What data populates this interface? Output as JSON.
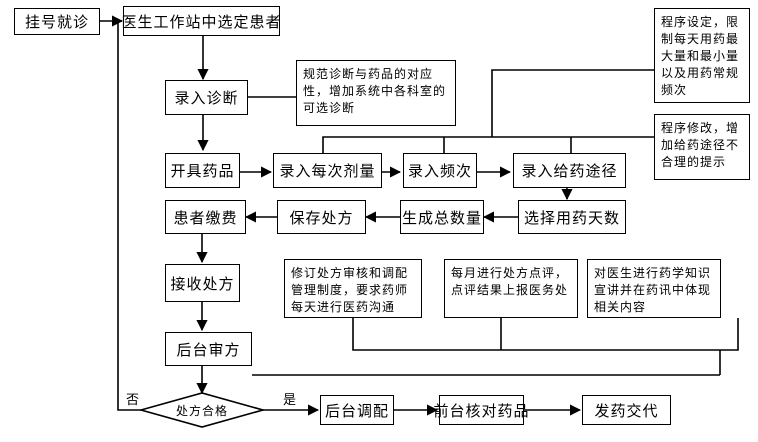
{
  "nodes": {
    "register": "挂号就诊",
    "select_patient": "医生工作站中选定患者",
    "enter_diagnosis": "录入诊断",
    "prescribe": "开具药品",
    "enter_dose": "录入每次剂量",
    "enter_frequency": "录入频次",
    "enter_route": "录入给药途径",
    "select_days": "选择用药天数",
    "total_qty": "生成总数量",
    "save_rx": "保存处方",
    "payment": "患者缴费",
    "receive_rx": "接收处方",
    "backend_review": "后台审方",
    "decision": "处方合格",
    "backend_dispense": "后台调配",
    "front_check": "前台核对药品",
    "deliver": "发药交代"
  },
  "notes": {
    "diagnosis_note": "规范诊断与药品的对应性，增加系统中各科室的可选诊断",
    "program_limit": "程序设定，限制每天用药最大量和最小量以及用药常规频次",
    "program_modify": "程序修改，增加给药途径不合理的提示",
    "revise_system": "修订处方审核和调配管理制度，要求药师每天进行医药沟通",
    "monthly_review": "每月进行处方点评，点评结果上报医务处",
    "education": "对医生进行药学知识宣讲并在药讯中体现相关内容"
  },
  "edge_labels": {
    "no": "否",
    "yes": "是"
  }
}
